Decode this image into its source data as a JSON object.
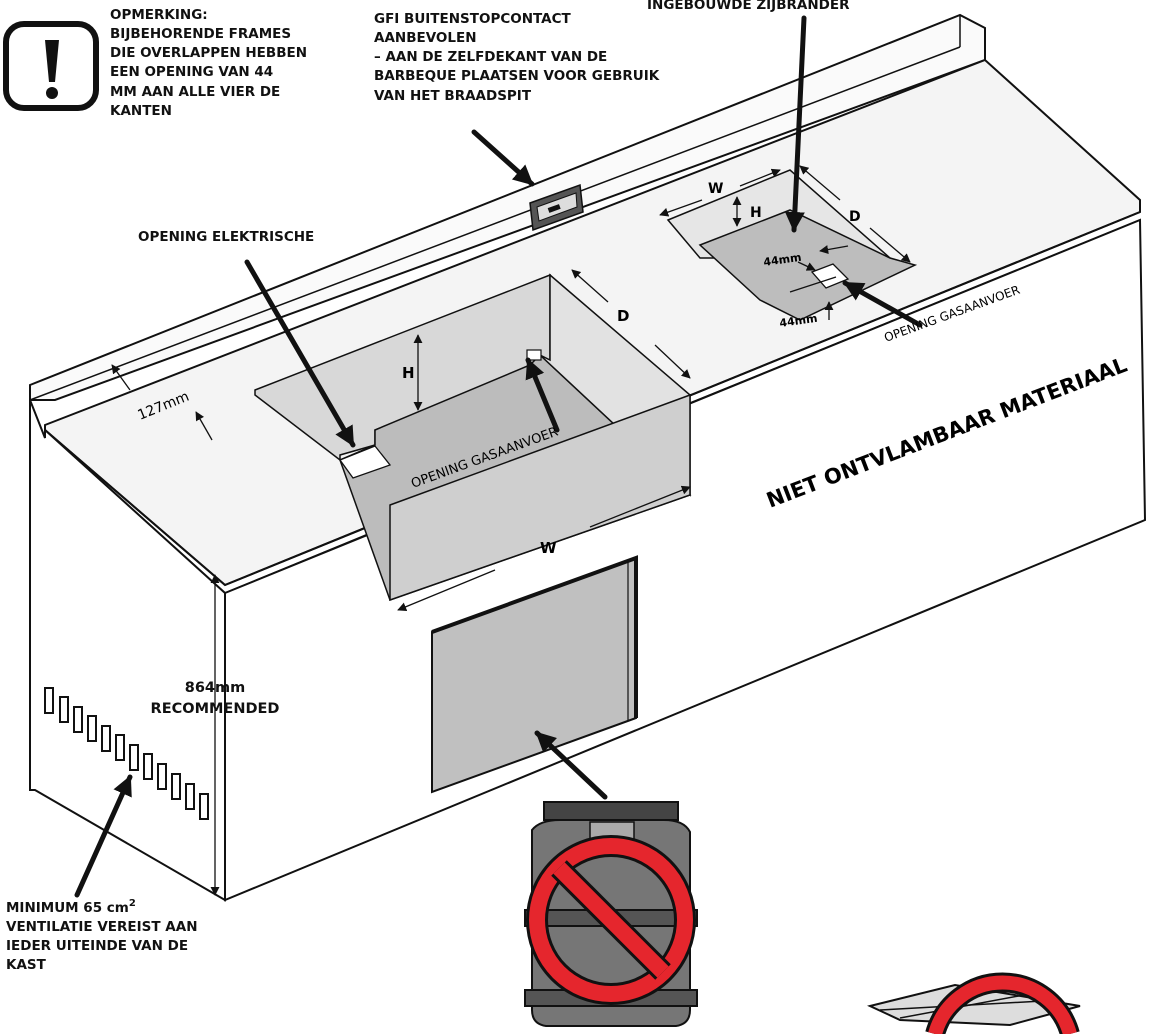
{
  "note": {
    "icon": "exclamation-icon",
    "lines": [
      "OPMERKING:",
      "BIJBEHORENDE FRAMES",
      "DIE OVERLAPPEN HEBBEN",
      "EEN OPENING VAN 44",
      "MM AAN ALLE VIER DE",
      "KANTEN"
    ]
  },
  "gfi": {
    "lines": [
      "GFI BUITENSTOPCONTACT",
      "AANBEVOLEN",
      "– AAN DE ZELFDEKANT VAN DE",
      "BARBEQUE PLAATSEN VOOR GEBRUIK",
      "VAN HET BRAADSPIT"
    ]
  },
  "side_burner": {
    "label": "INGEBOUWDE ZIJBRANDER"
  },
  "electric": {
    "label": "OPENING ELEKTRISCHE"
  },
  "grill_cutout": {
    "height": "H",
    "depth": "D",
    "width": "W",
    "gas_label": "OPENING GASAANVOER",
    "setback": "127mm"
  },
  "burner_cutout": {
    "width": "W",
    "height": "H",
    "depth": "D",
    "gap_a": "44mm",
    "gap_b": "44mm",
    "gas_label": "OPENING GASAANVOER"
  },
  "material": {
    "label": "NIET ONTVLAMBAAR MATERIAAL"
  },
  "counter_height": {
    "value": "864mm",
    "note": "RECOMMENDED"
  },
  "ventilation": {
    "line1": "MINIMUM 65 cm",
    "sup": "2",
    "lines": [
      "VENTILATIE VEREIST AAN",
      "IEDER UITEINDE VAN DE",
      "KAST"
    ]
  },
  "prohibited": {
    "icon_1": "propane-tank-prohibited-icon",
    "icon_2": "heat-shield-prohibited-icon"
  },
  "colors": {
    "line": "#111111",
    "cutout": "#c9c9c9",
    "cutout_dark": "#a9a9a9",
    "surface": "#f4f4f4",
    "no_sign": "#e5262d",
    "tank": "#6d6d6d"
  }
}
